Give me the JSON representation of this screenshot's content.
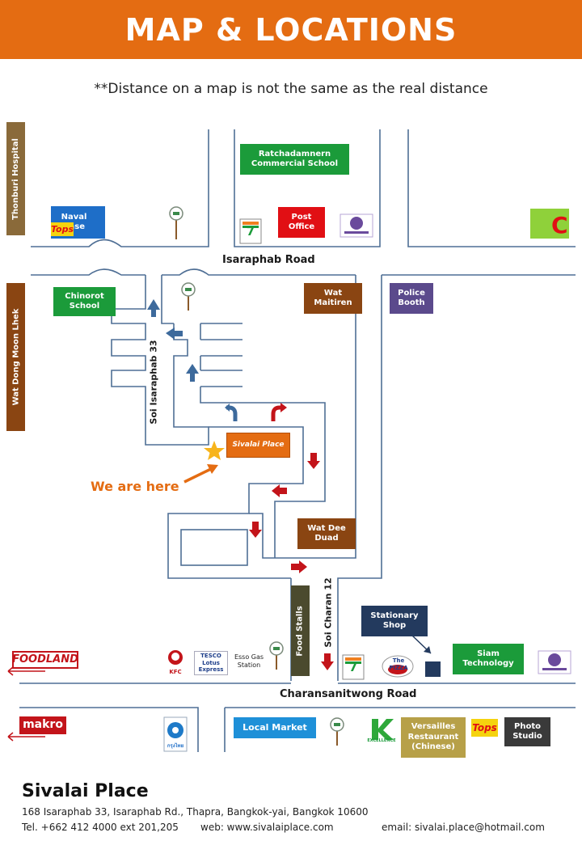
{
  "header": {
    "title": "MAP & LOCATIONS",
    "bg": "#e46c12"
  },
  "note": "**Distance on a map is not the same as the real distance",
  "roads": {
    "isaraphab": "Isaraphab Road",
    "charansanitwong": "Charansanitwong Road",
    "soi_isaraphab": "Soi Isaraphab 33",
    "soi_charan": "Soi Charan 12"
  },
  "landmarks": {
    "thonburi_hospital": "Thonburi Hospital",
    "wat_dong_moon_lhek": "Wat Dong Moon Lhek",
    "naval_base": "Naval Base",
    "tops_logo": "Tops",
    "ratchadamnern_school": "Ratchadamnern Commercial School",
    "seven_eleven": "7",
    "post_office": "Post Office",
    "big_c": "Big C",
    "chinorot_school": "Chinorot School",
    "wat_maitiren": "Wat Maitiren",
    "police_booth": "Police Booth",
    "sivalai_place": "Sivalai Place",
    "we_are_here": "We are here",
    "wat_dee_duad": "Wat Dee Duad",
    "food_stalls": "Food Stalls",
    "stationary_shop": "Stationary Shop",
    "siam_technology": "Siam Technology",
    "foodland": "FOODLAND",
    "kfc": "KFC",
    "tesco_lotus": "TESCO Lotus Express",
    "esso": "Esso Gas Station",
    "pizza": "The PIZZA",
    "makro": "makro",
    "local_market": "Local Market",
    "versailles": "Versailles Restaurant (Chinese)",
    "photo_studio": "Photo Studio",
    "k_excellence": "EXCELLENCE",
    "bank_text": "กรุงไทย"
  },
  "colors": {
    "road_line": "#4f6f95",
    "brown": "#8a4512",
    "green": "#1b9b3a",
    "red": "#e10f14",
    "navy": "#233a5e",
    "purple": "#5b4a8c",
    "olive": "#4b4a2e",
    "khaki": "#b7a048",
    "dark": "#3a3a3a",
    "blue": "#1e6ec8",
    "arrow_blue": "#3d6a9c",
    "arrow_red": "#c3141a",
    "star": "#f7b41c",
    "accent": "#e46c12"
  },
  "footer": {
    "name": "Sivalai Place",
    "address": "168 Isaraphab 33, Isaraphab Rd., Thapra, Bangkok-yai, Bangkok 10600",
    "tel": "Tel. +662 412 4000 ext 201,205",
    "web": "web: www.sivalaiplace.com",
    "email": "email: sivalai.place@hotmail.com"
  }
}
